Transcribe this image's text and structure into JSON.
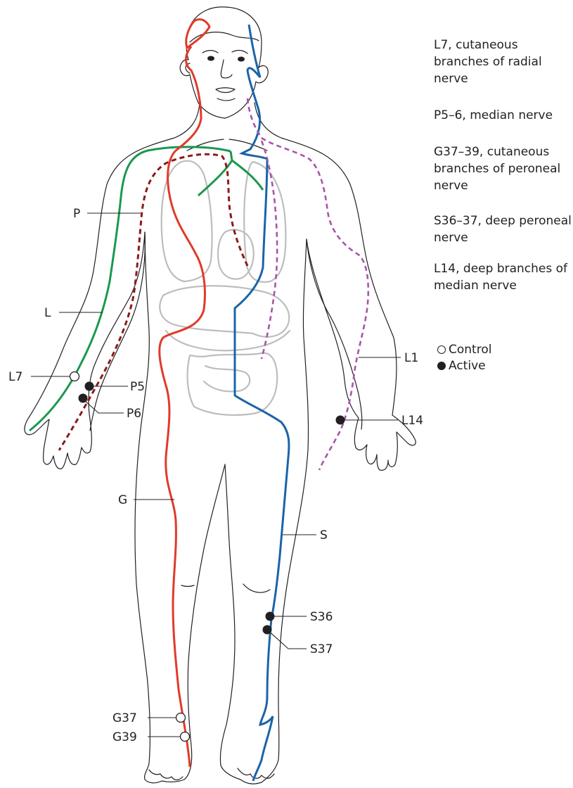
{
  "descriptions": [
    "L7, cutaneous branches of radial nerve",
    "P5–6, median nerve",
    "G37–39, cutaneous branches of peroneal nerve",
    "S36–37, deep peroneal nerve",
    "L14, deep branches of median nerve"
  ],
  "legend": {
    "control": "Control",
    "active": "Active"
  },
  "labels": {
    "P": "P",
    "L": "L",
    "L7": "L7",
    "P5": "P5",
    "P6": "P6",
    "G": "G",
    "G37": "G37",
    "G39": "G39",
    "L1": "L1",
    "L14": "L14",
    "S": "S",
    "S36": "S36",
    "S37": "S37"
  },
  "colors": {
    "lung_meridian": "#1a9850",
    "pericardium_meridian": "#8b1a1a",
    "gallbladder_meridian": "#e03a2a",
    "stomach_meridian": "#1a64a8",
    "lung_meridian_right_arm": "#a855a8",
    "organs": "#bdbdbd",
    "outline": "#231f20"
  },
  "points": {
    "control": [
      "L7",
      "G37",
      "G39"
    ],
    "active": [
      "P5",
      "P6",
      "S36",
      "S37",
      "L14"
    ]
  }
}
